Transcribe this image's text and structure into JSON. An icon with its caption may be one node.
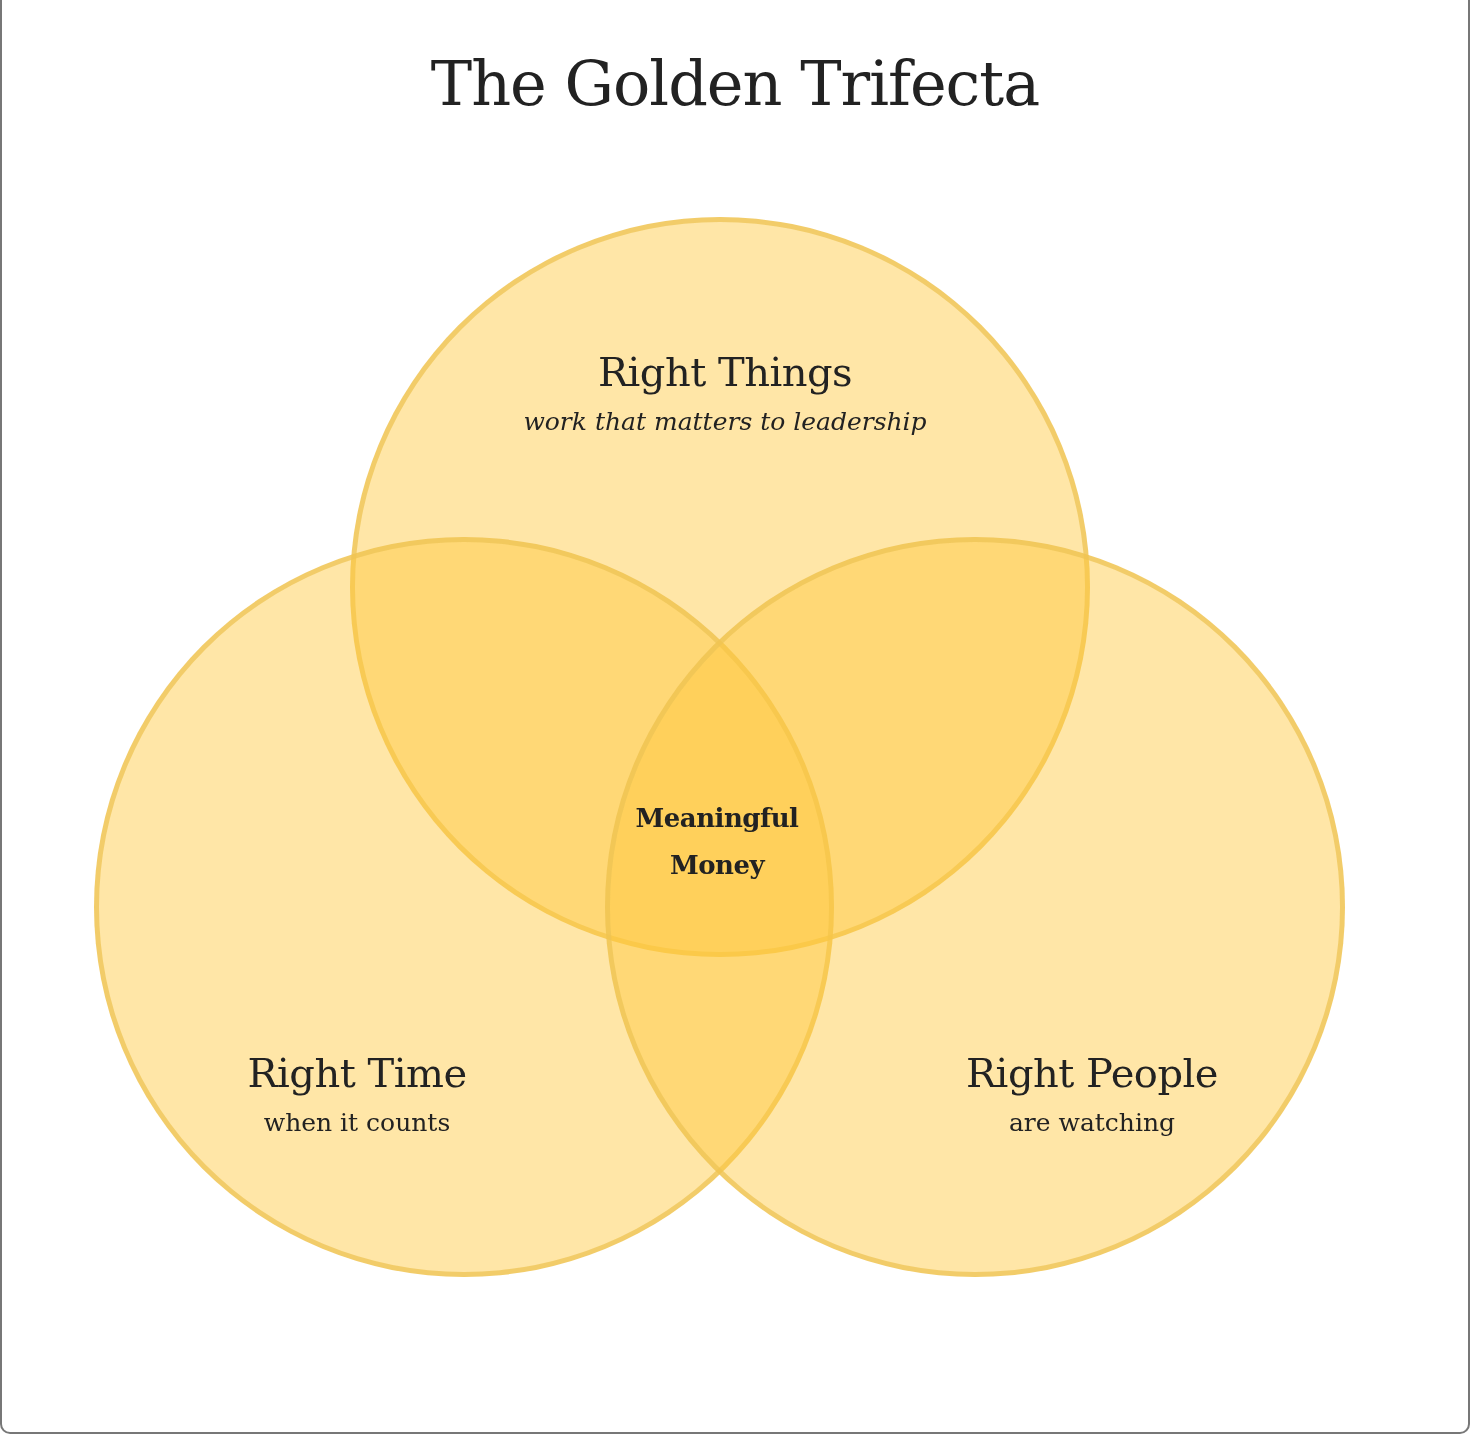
{
  "diagram": {
    "title": "The Golden Trifecta",
    "nodes": [
      {
        "text": [
          "Right Things",
          "work that matters to leadership"
        ]
      },
      {
        "text": [
          "Right Time",
          "when it counts"
        ]
      },
      {
        "text": [
          "Right People",
          "are watching"
        ]
      }
    ],
    "labels": [
      "Meaningful Money"
    ]
  }
}
